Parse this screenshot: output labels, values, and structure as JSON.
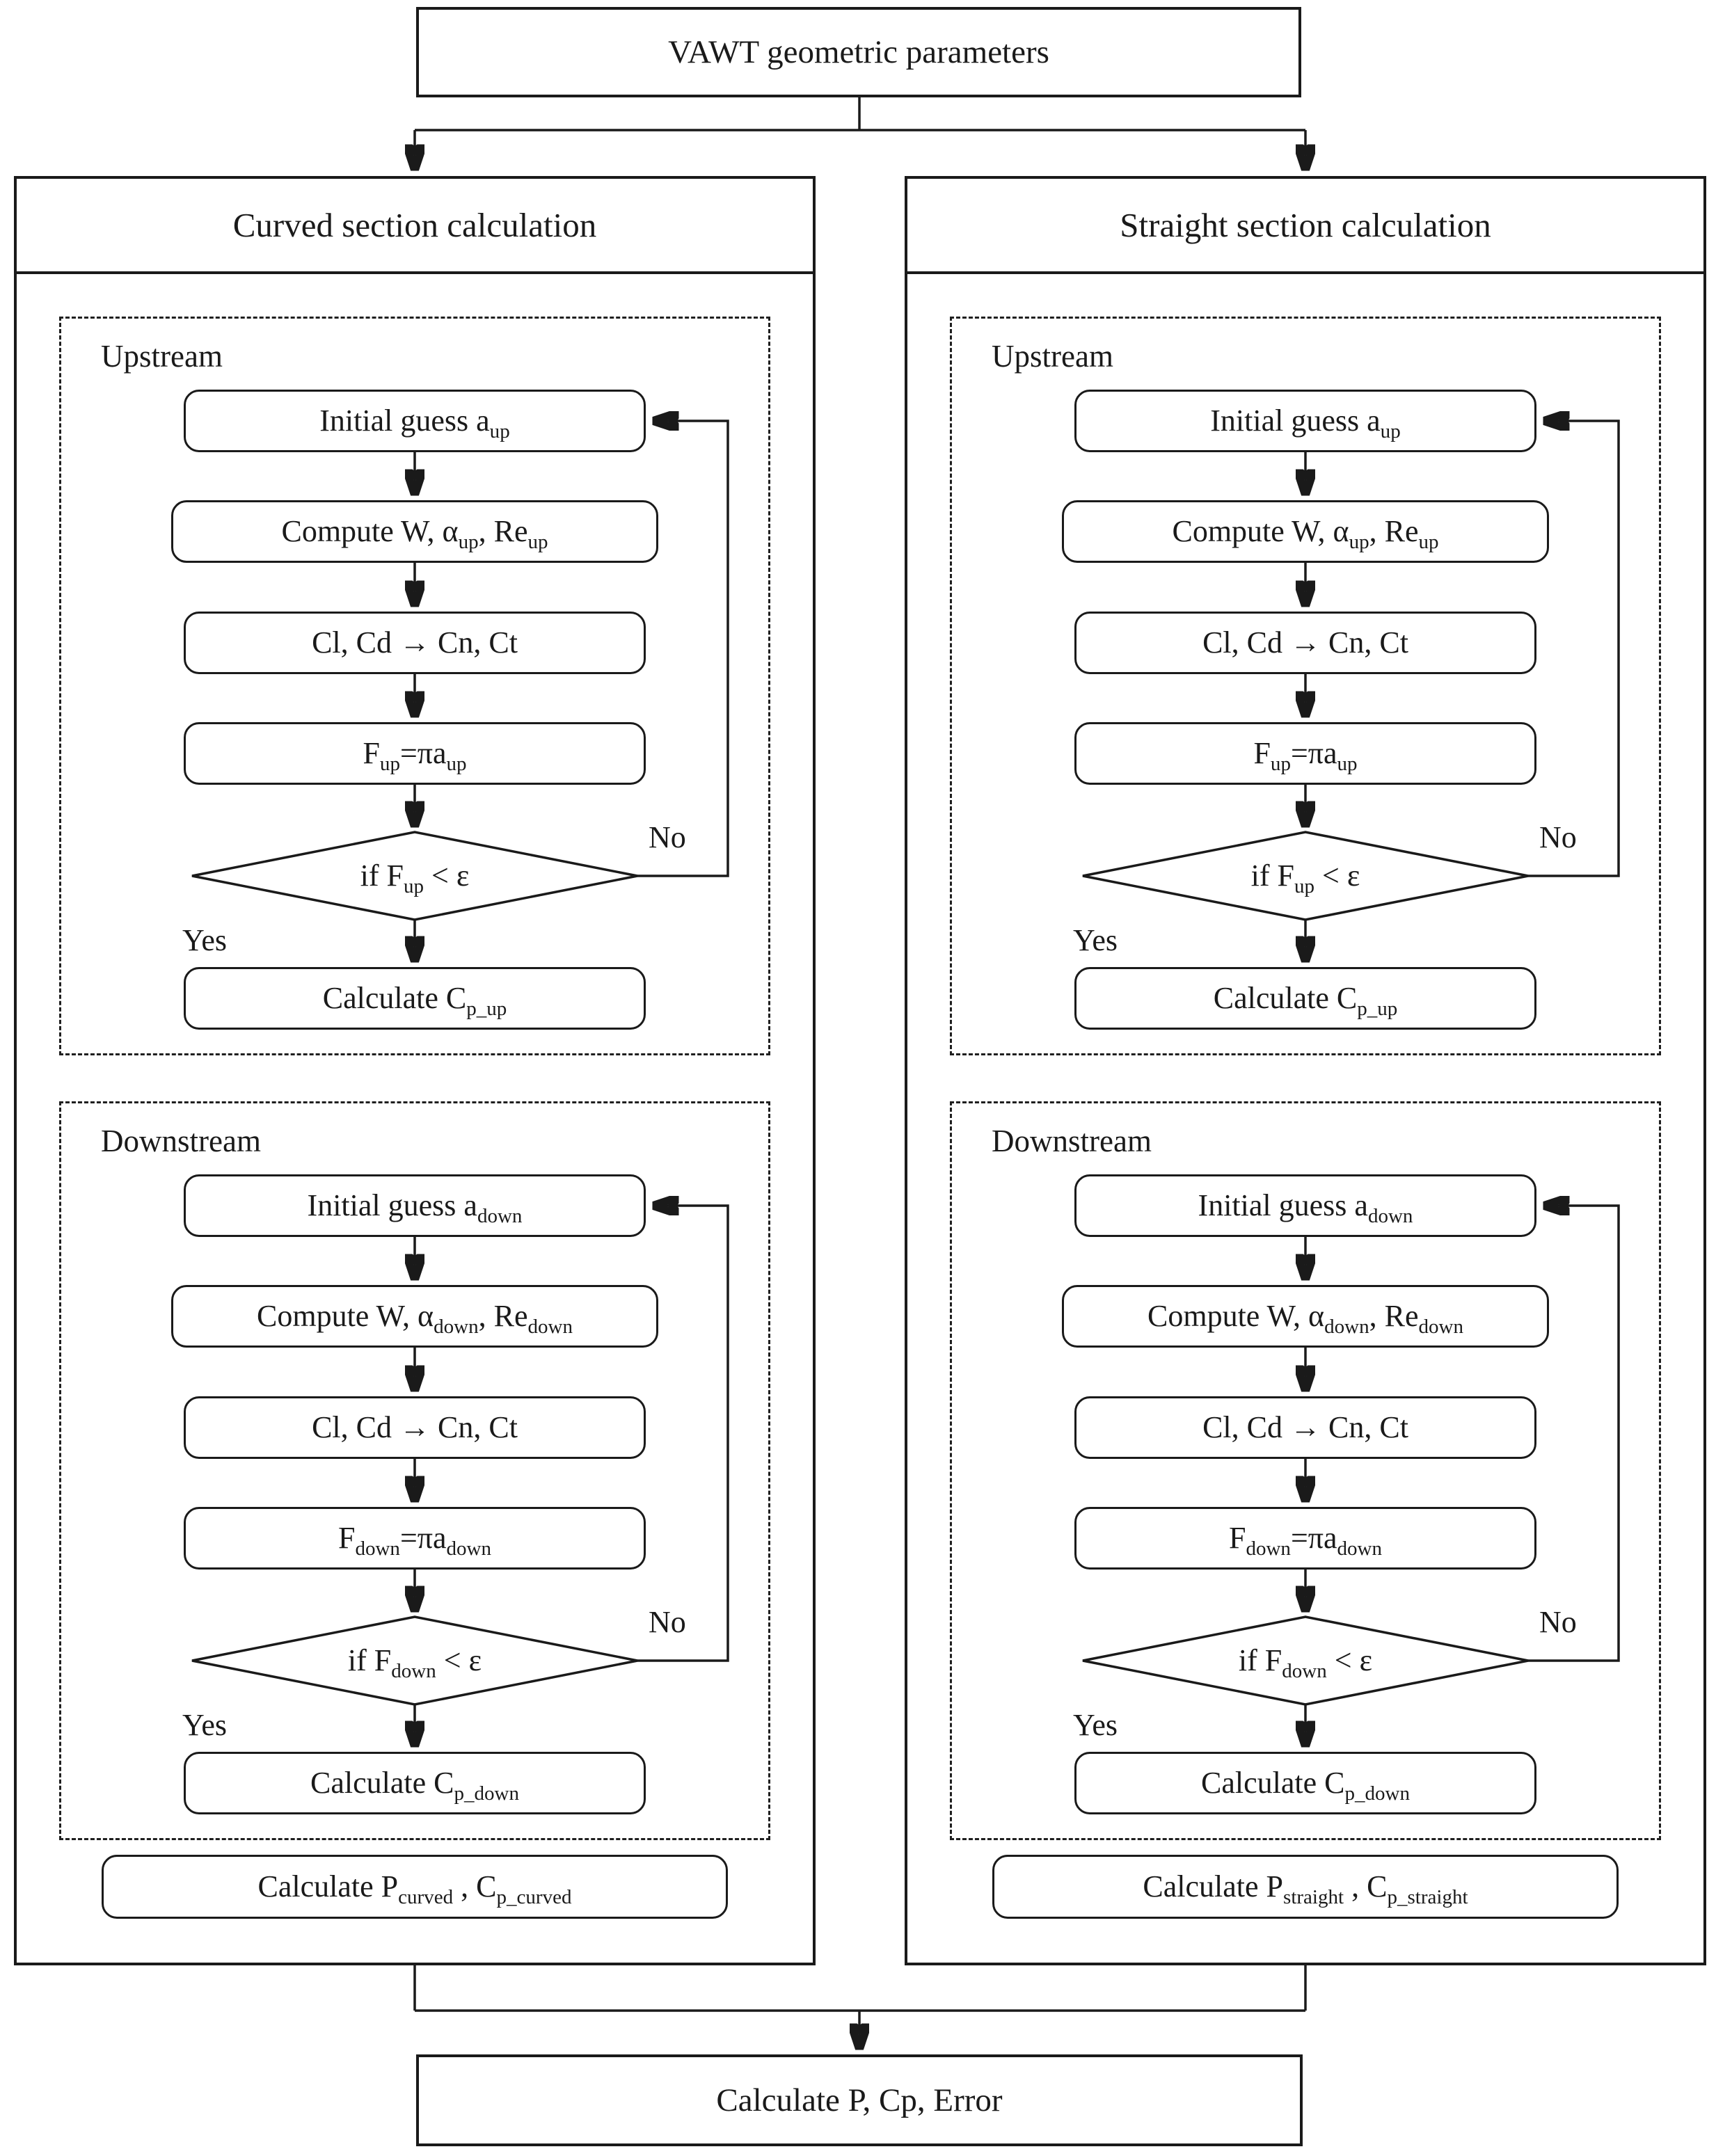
{
  "colors": {
    "ink": "#1a1a1a",
    "background": "#ffffff"
  },
  "top_box": {
    "label": "VAWT geometric parameters"
  },
  "final_box": {
    "label": "Calculate P, Cp, Error"
  },
  "columns": [
    {
      "title": "Curved section calculation",
      "upstream": {
        "label": "Upstream",
        "steps": {
          "initial": {
            "t1": "Initial guess a",
            "sub1": "up"
          },
          "compute": {
            "t1": "Compute W, α",
            "sub1": "up",
            "t2": ", Re",
            "sub2": "up"
          },
          "coeffs": {
            "t1": "Cl, Cd → Cn, Ct"
          },
          "flux": {
            "t1": "F",
            "sub1": "up",
            "t2": "=πa",
            "sub2": "up"
          },
          "decision": {
            "t1": "if F",
            "sub1": "up",
            "t2": " < ε"
          },
          "no": "No",
          "yes": "Yes",
          "calc": {
            "t1": "Calculate C",
            "sub1": "p_up"
          }
        }
      },
      "downstream": {
        "label": "Downstream",
        "steps": {
          "initial": {
            "t1": "Initial guess a",
            "sub1": "down"
          },
          "compute": {
            "t1": "Compute W, α",
            "sub1": "down",
            "t2": ", Re",
            "sub2": "down"
          },
          "coeffs": {
            "t1": "Cl, Cd → Cn, Ct"
          },
          "flux": {
            "t1": "F",
            "sub1": "down",
            "t2": "=πa",
            "sub2": "down"
          },
          "decision": {
            "t1": "if F",
            "sub1": "down",
            "t2": " < ε"
          },
          "no": "No",
          "yes": "Yes",
          "calc": {
            "t1": "Calculate C",
            "sub1": "p_down"
          }
        }
      },
      "result": {
        "t1": "Calculate P",
        "sub1": "curved",
        "t2": " , C",
        "sub2": "p_curved"
      }
    },
    {
      "title": "Straight section calculation",
      "upstream": {
        "label": "Upstream",
        "steps": {
          "initial": {
            "t1": "Initial guess a",
            "sub1": "up"
          },
          "compute": {
            "t1": "Compute W, α",
            "sub1": "up",
            "t2": ", Re",
            "sub2": "up"
          },
          "coeffs": {
            "t1": "Cl, Cd → Cn, Ct"
          },
          "flux": {
            "t1": "F",
            "sub1": "up",
            "t2": "=πa",
            "sub2": "up"
          },
          "decision": {
            "t1": "if F",
            "sub1": "up",
            "t2": " < ε"
          },
          "no": "No",
          "yes": "Yes",
          "calc": {
            "t1": "Calculate C",
            "sub1": "p_up"
          }
        }
      },
      "downstream": {
        "label": "Downstream",
        "steps": {
          "initial": {
            "t1": "Initial guess a",
            "sub1": "down"
          },
          "compute": {
            "t1": "Compute W, α",
            "sub1": "down",
            "t2": ", Re",
            "sub2": "down"
          },
          "coeffs": {
            "t1": "Cl, Cd → Cn, Ct"
          },
          "flux": {
            "t1": "F",
            "sub1": "down",
            "t2": "=πa",
            "sub2": "down"
          },
          "decision": {
            "t1": "if F",
            "sub1": "down",
            "t2": " < ε"
          },
          "no": "No",
          "yes": "Yes",
          "calc": {
            "t1": "Calculate C",
            "sub1": "p_down"
          }
        }
      },
      "result": {
        "t1": "Calculate P",
        "sub1": "straight",
        "t2": " , C",
        "sub2": "p_straight"
      }
    }
  ]
}
